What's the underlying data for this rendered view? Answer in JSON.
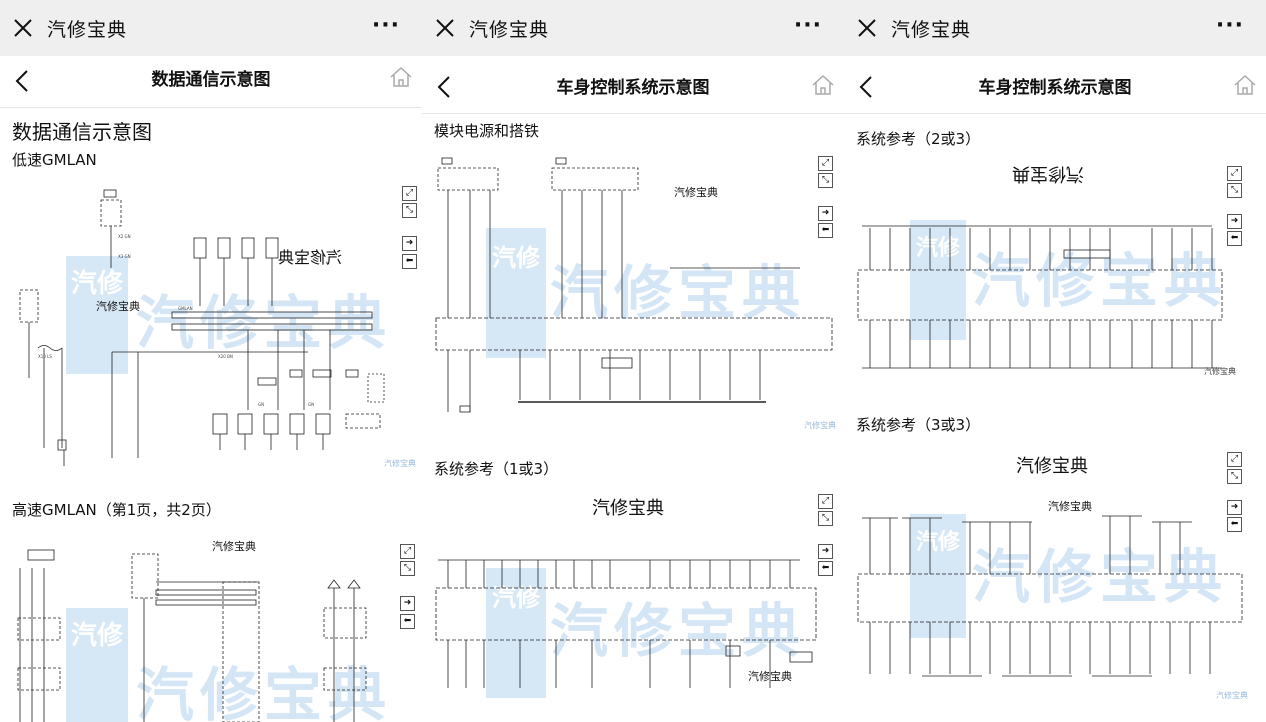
{
  "app": {
    "name": "汽修宝典",
    "more": "···"
  },
  "panels": [
    {
      "title": "数据通信示意图",
      "heading": "数据通信示意图",
      "sections": [
        "低速GMLAN",
        "高速GMLAN（第1页，共2页）"
      ],
      "logos": [
        "汽修宝典",
        "汽修宝典",
        "汽修宝典"
      ]
    },
    {
      "title": "车身控制系统示意图",
      "sections": [
        "模块电源和搭铁",
        "系统参考（1或3）"
      ],
      "logos": [
        "汽修宝典",
        "汽修宝典",
        "汽修宝典"
      ]
    },
    {
      "title": "车身控制系统示意图",
      "sections": [
        "系统参考（2或3）",
        "系统参考（3或3）"
      ],
      "logos": [
        "汽修宝典",
        "汽修宝典",
        "汽修宝典"
      ]
    }
  ],
  "watermark": {
    "text": "汽修宝典",
    "badge": "汽修",
    "corner": "汽修宝典"
  },
  "colors": {
    "topbar": "#efefef",
    "watermark": "#cfe3f4",
    "ink": "#111111"
  },
  "icons": [
    "close-icon",
    "more-icon",
    "back-icon",
    "home-icon",
    "zoom-in-icon",
    "zoom-out-icon",
    "next-page-icon",
    "prev-page-icon"
  ]
}
